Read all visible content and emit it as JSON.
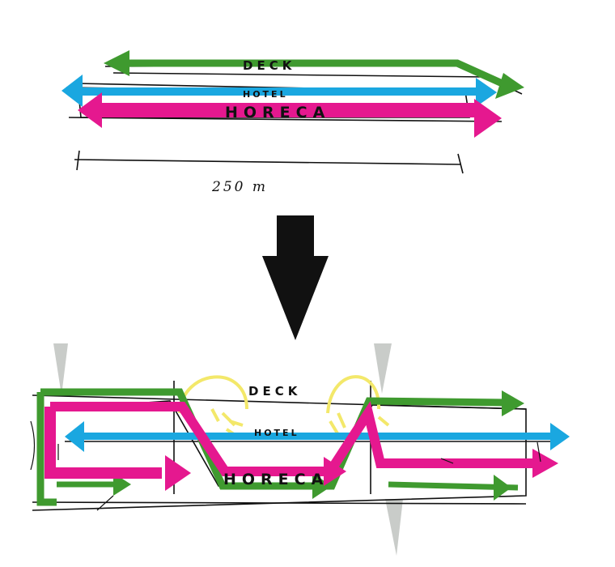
{
  "diagram": {
    "top": {
      "labels": {
        "deck": "DECK",
        "hotel": "HOTEL",
        "horeca": "HORECA"
      },
      "dimension": "250 m"
    },
    "bottom": {
      "labels": {
        "deck": "DECK",
        "hotel": "HOTEL",
        "horeca": "HORECA"
      }
    },
    "colors": {
      "deck": "#3f9a2f",
      "hotel": "#1aa7e0",
      "horeca": "#e5188f",
      "sketch": "#111111",
      "highlight": "#f3e86a",
      "gap": "#c9ccc9",
      "arrow": "#111111"
    },
    "icons": [
      "down-arrow-icon"
    ]
  }
}
